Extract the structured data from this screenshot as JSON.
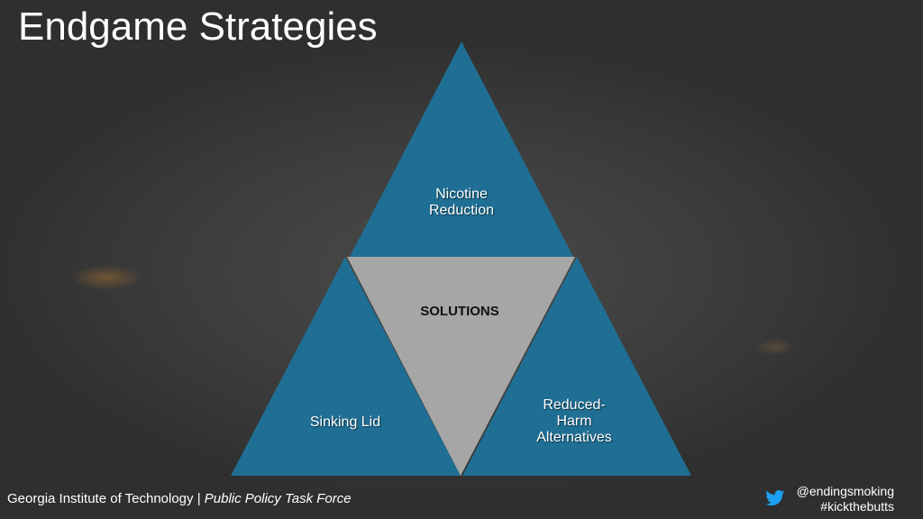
{
  "slide": {
    "title": "Endgame Strategies"
  },
  "diagram": {
    "top_label": "Nicotine\nReduction",
    "center_label": "SOLUTIONS",
    "left_label": "Sinking Lid",
    "right_label": "Reduced-\nHarm\nAlternatives",
    "colors": {
      "blue": "#1f6f94",
      "gray": "#a6a6a6"
    }
  },
  "footer": {
    "org": "Georgia Institute of Technology",
    "separator": " | ",
    "group": "Public Policy Task Force"
  },
  "social": {
    "icon": "twitter-bird-icon",
    "handle": "@endingsmoking",
    "hashtag": "#kickthebutts"
  }
}
